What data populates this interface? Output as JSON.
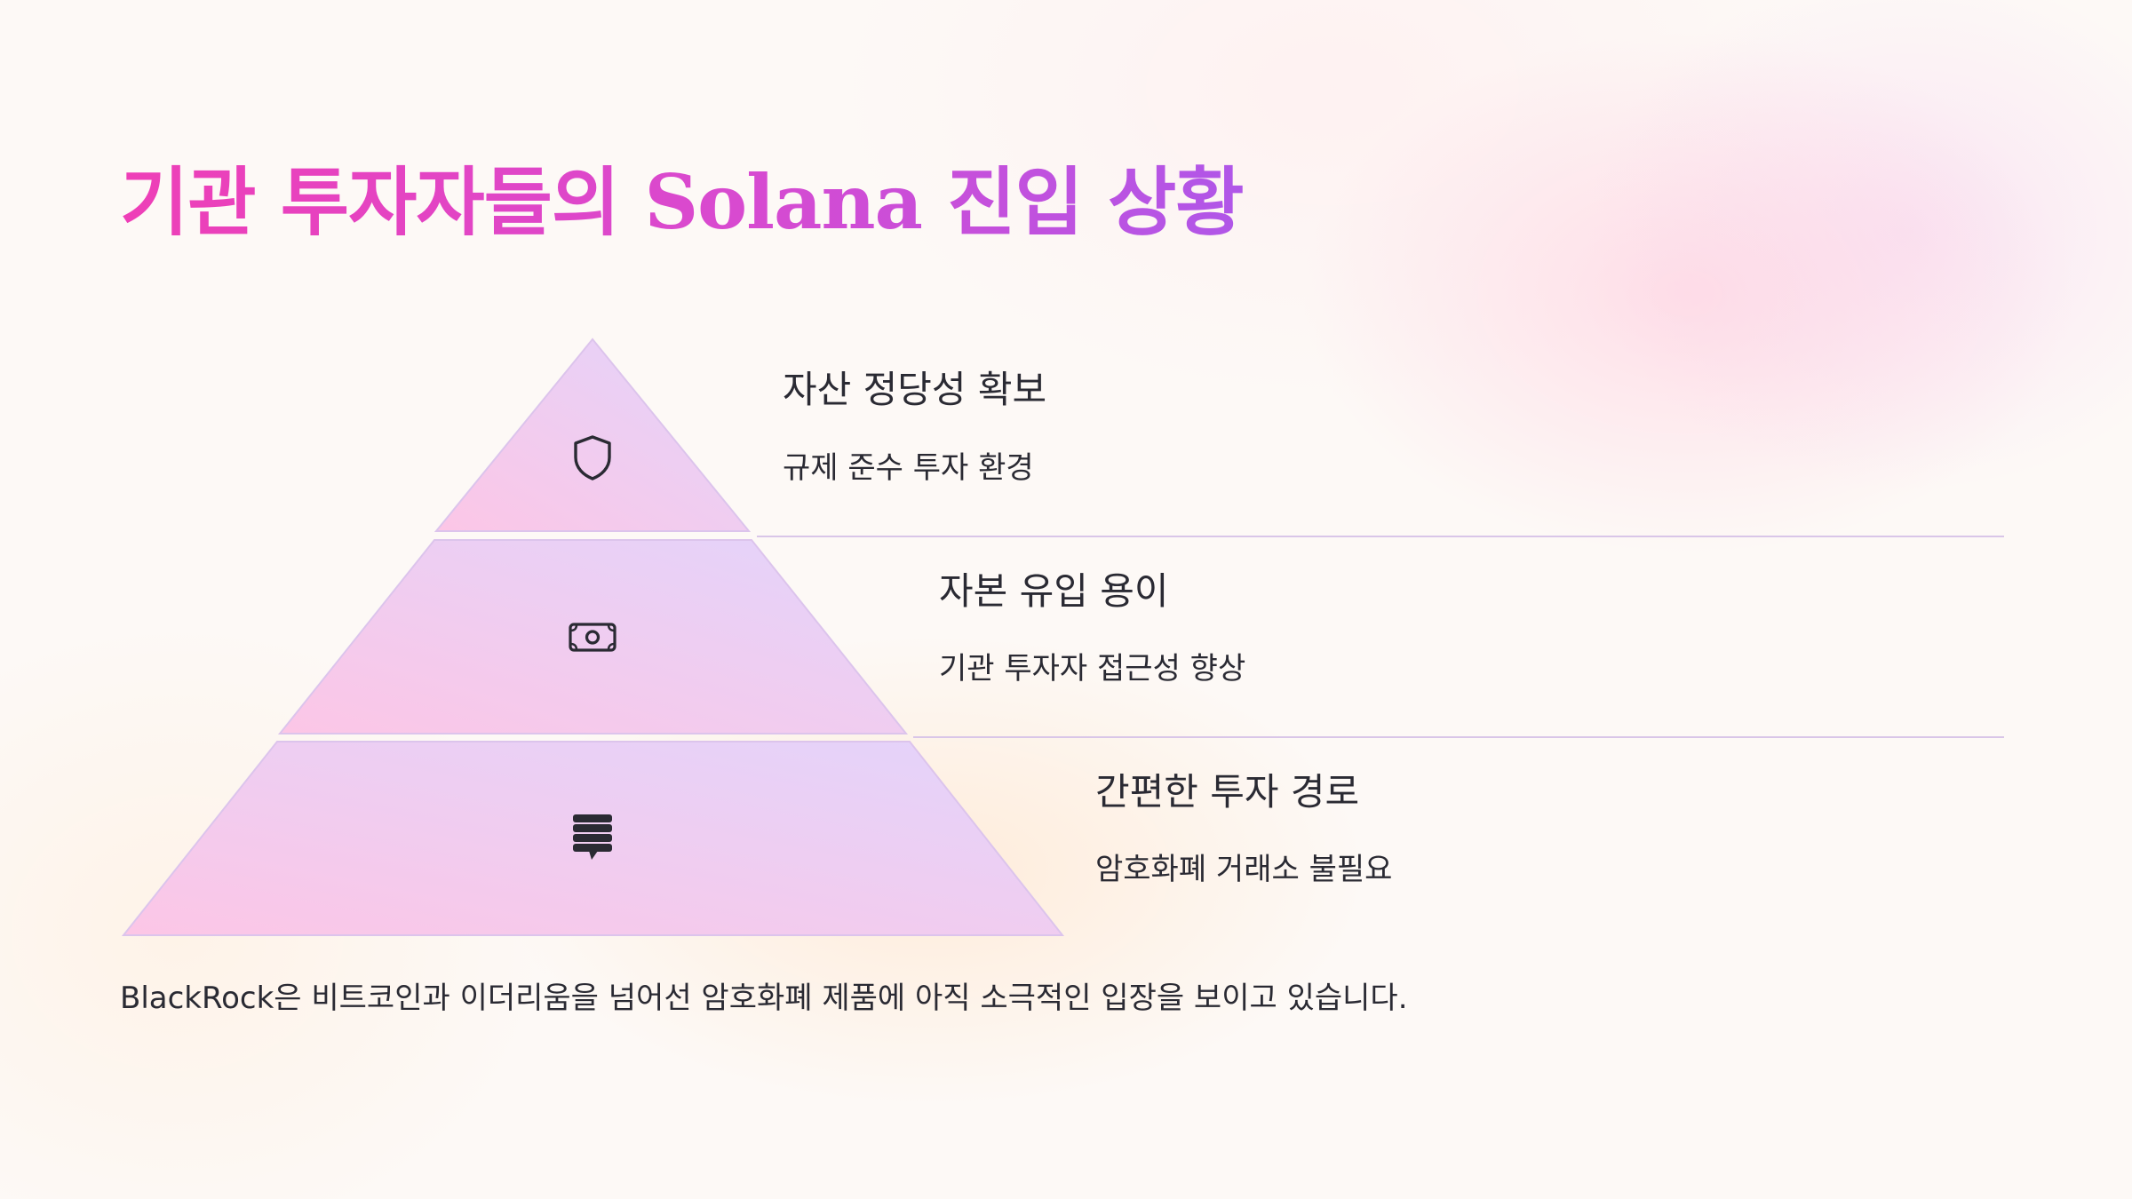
{
  "title": "기관 투자자들의 Solana 진입 상황",
  "levels": [
    {
      "title": "자산 정당성 확보",
      "description": "규제 준수 투자 환경",
      "icon": "shield-icon"
    },
    {
      "title": "자본 유입 용이",
      "description": "기관 투자자 접근성 향상",
      "icon": "money-icon"
    },
    {
      "title": "간편한 투자 경로",
      "description": "암호화폐 거래소 불필요",
      "icon": "stack-icon"
    }
  ],
  "footer": "BlackRock은 비트코인과 이더리움을 넘어선 암호화폐 제품에 아직 소극적인 입장을 보이고 있습니다.",
  "colors": {
    "title_start": "#ee3fb7",
    "title_end": "#b056e8",
    "pyramid_pink": "#fbc8e8",
    "pyramid_lavender": "#e6d2fa",
    "divider": "#d9c6e8",
    "text": "#2a2a33"
  }
}
